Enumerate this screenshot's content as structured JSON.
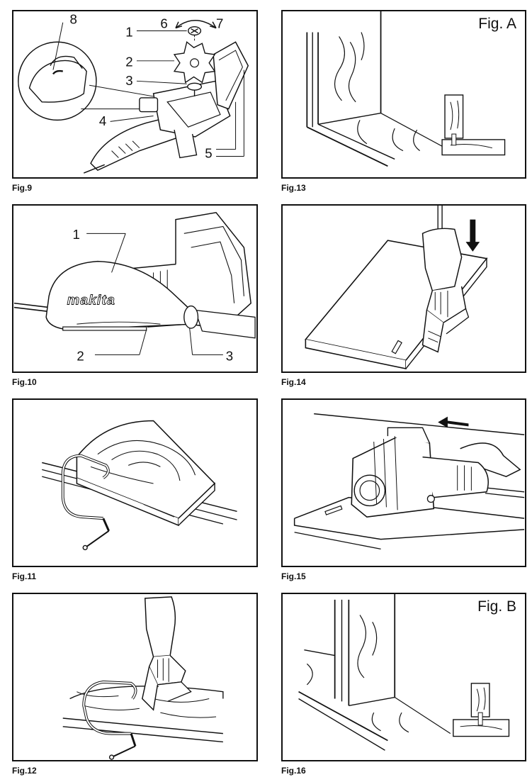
{
  "figures": {
    "fig9": {
      "label": "Fig.9",
      "callouts": [
        "1",
        "2",
        "3",
        "4",
        "5",
        "6",
        "7",
        "8"
      ]
    },
    "fig10": {
      "label": "Fig.10",
      "callouts": [
        "1",
        "2",
        "3"
      ],
      "logo": "makita"
    },
    "fig11": {
      "label": "Fig.11"
    },
    "fig12": {
      "label": "Fig.12"
    },
    "fig13": {
      "label": "Fig.13",
      "figure_letter": "Fig. A"
    },
    "fig14": {
      "label": "Fig.14"
    },
    "fig15": {
      "label": "Fig.15"
    },
    "fig16": {
      "label": "Fig.16",
      "figure_letter": "Fig. B"
    }
  }
}
